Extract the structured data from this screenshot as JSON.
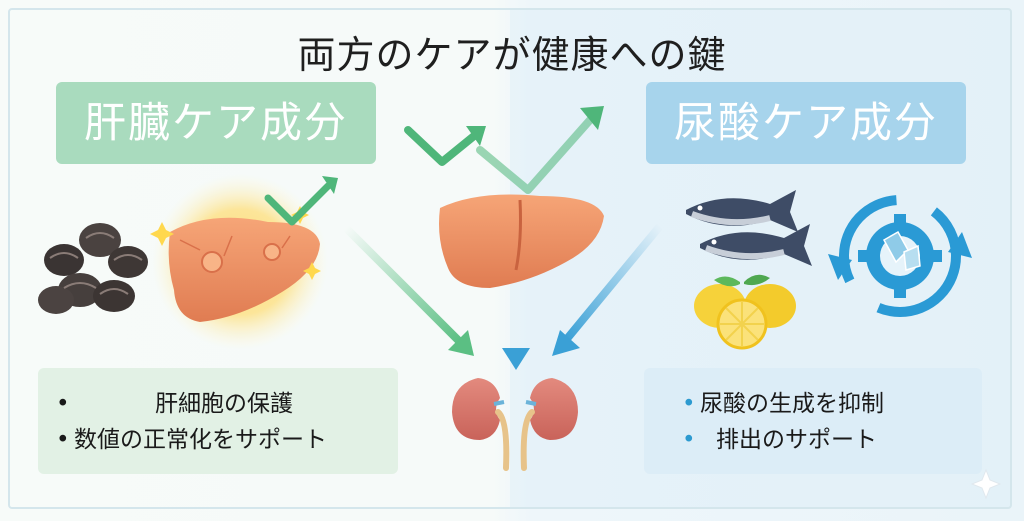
{
  "title": "両方のケアが健康への鍵",
  "left": {
    "heading": "肝臓ケア成分",
    "bullets": [
      "肝細胞の保護",
      "数値の正常化をサポート"
    ],
    "bullet_symbol": "•",
    "color": "#a9dbbe"
  },
  "right": {
    "heading": "尿酸ケア成分",
    "bullets": [
      "尿酸の生成を抑制",
      "排出のサポート"
    ],
    "bullet_symbol": "•",
    "color": "#a7d4ec"
  },
  "icons": {
    "left": [
      "clam-icon",
      "glowing-liver-icon",
      "green-trend-up-icon"
    ],
    "center": [
      "liver-icon",
      "kidney-icon",
      "green-trend-up-icon"
    ],
    "right": [
      "fish-icon",
      "lemon-icon",
      "crystal-cycle-gear-icon"
    ]
  },
  "colors": {
    "arrow_green": "#5bbf83",
    "arrow_blue": "#3aa0d6",
    "liver": "#f0956a",
    "kidney": "#d9766b"
  }
}
